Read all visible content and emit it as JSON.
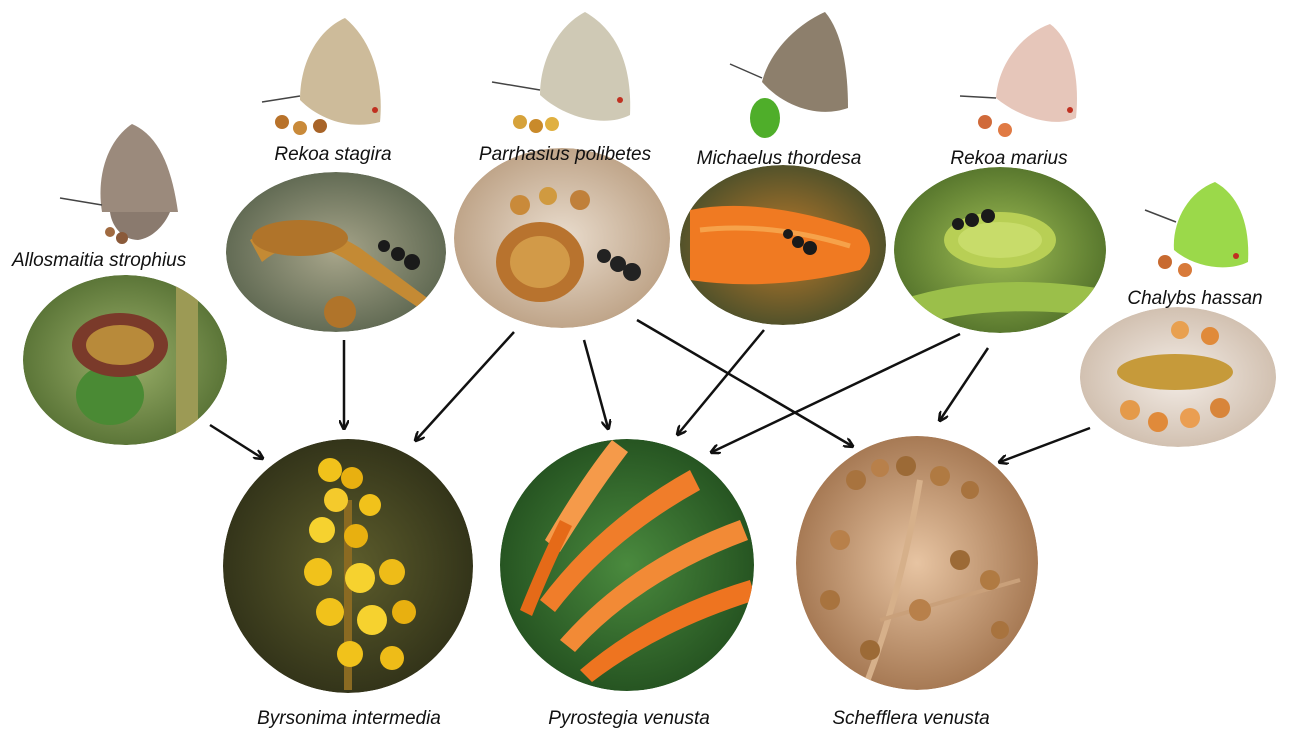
{
  "butterflies": [
    {
      "id": "allosmaitia",
      "name": "Allosmaitia strophius",
      "wing_color": "#9b8a7c"
    },
    {
      "id": "rekoa-stagira",
      "name": "Rekoa stagira",
      "wing_color": "#cdbb9a"
    },
    {
      "id": "parrhasius",
      "name": "Parrhasius polibetes",
      "wing_color": "#cfc9b5"
    },
    {
      "id": "michaelus",
      "name": "Michaelus thordesa",
      "wing_color": "#8d7f6c"
    },
    {
      "id": "rekoa-marius",
      "name": "Rekoa marius",
      "wing_color": "#e6c6ba"
    },
    {
      "id": "chalybs",
      "name": "Chalybs hassan",
      "wing_color": "#9bd94a"
    }
  ],
  "host_plants": [
    {
      "id": "byrsonima",
      "name": "Byrsonima intermedia",
      "flower_color": "#f1c21b"
    },
    {
      "id": "pyrostegia",
      "name": "Pyrostegia venusta",
      "flower_color": "#f07d2a"
    },
    {
      "id": "schefflera",
      "name": "Schefflera venusta",
      "flower_color": "#c2803f"
    }
  ],
  "links": [
    {
      "from": "Allosmaitia strophius",
      "to": "Byrsonima intermedia"
    },
    {
      "from": "Rekoa stagira",
      "to": "Byrsonima intermedia"
    },
    {
      "from": "Parrhasius polibetes",
      "to": "Byrsonima intermedia"
    },
    {
      "from": "Parrhasius polibetes",
      "to": "Pyrostegia venusta"
    },
    {
      "from": "Parrhasius polibetes",
      "to": "Schefflera venusta"
    },
    {
      "from": "Michaelus thordesa",
      "to": "Pyrostegia venusta"
    },
    {
      "from": "Rekoa marius",
      "to": "Pyrostegia venusta"
    },
    {
      "from": "Rekoa marius",
      "to": "Schefflera venusta"
    },
    {
      "from": "Chalybs hassan",
      "to": "Schefflera venusta"
    }
  ],
  "colors": {
    "arrow": "#111111",
    "ant": "#1a1a1a"
  }
}
